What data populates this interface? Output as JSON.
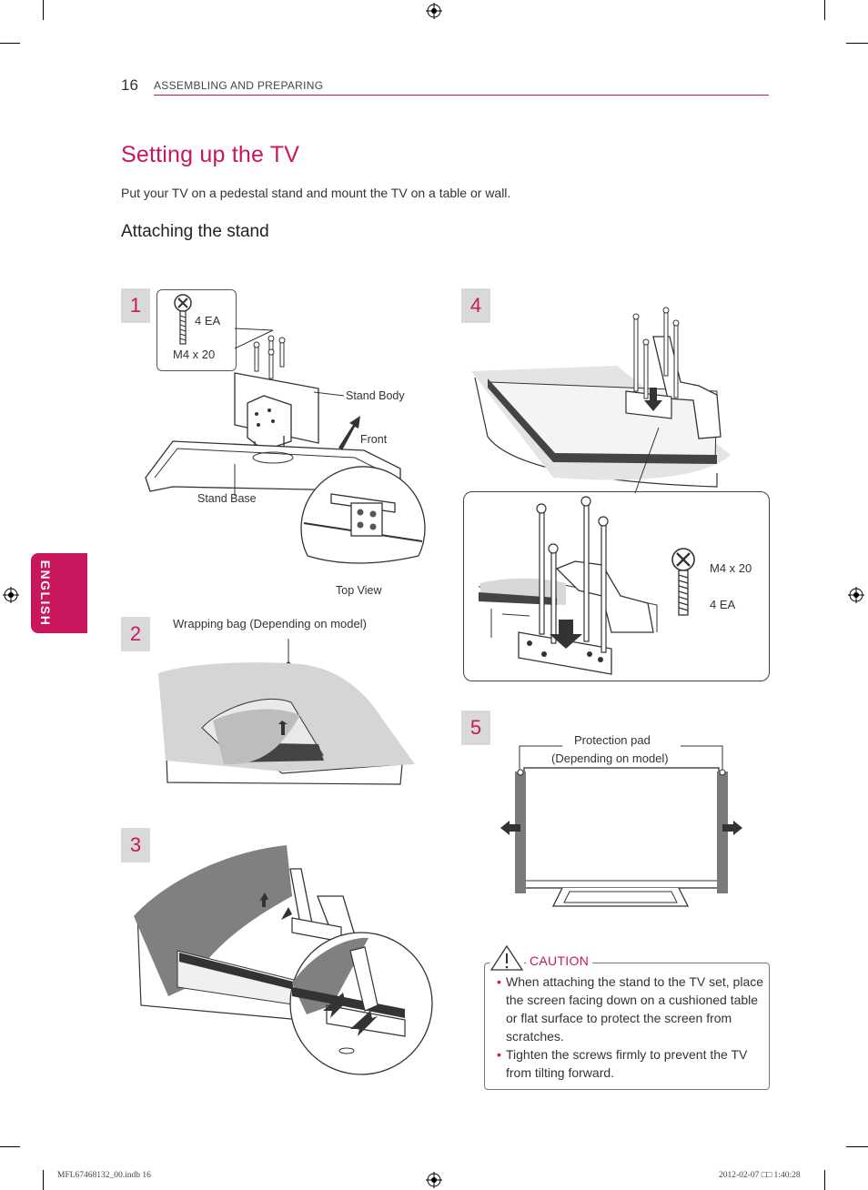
{
  "header": {
    "page_number": "16",
    "section": "ASSEMBLING AND PREPARING"
  },
  "title": "Setting up the TV",
  "intro": "Put your TV on a pedestal stand and mount the TV on a table or wall.",
  "subheading": "Attaching the stand",
  "side_tab": "ENGLISH",
  "steps": {
    "s1": {
      "number": "1",
      "screw_qty": "4 EA",
      "screw_size": "M4 x 20",
      "stand_body": "Stand Body",
      "front": "Front",
      "stand_base": "Stand Base",
      "top_view": "Top View"
    },
    "s2": {
      "number": "2",
      "wrap_label": "Wrapping bag (Depending on model)"
    },
    "s3": {
      "number": "3"
    },
    "s4": {
      "number": "4",
      "screw_size": "M4 x 20",
      "screw_qty": "4 EA"
    },
    "s5": {
      "number": "5",
      "pad_line1": "Protection pad",
      "pad_line2": "(Depending on model)"
    }
  },
  "caution": {
    "title": "CAUTION",
    "items": [
      "When attaching the stand to the TV set, place the screen facing down on a cushioned table or flat surface to protect the screen from scratches.",
      "Tighten the screws firmly to prevent the TV from tilting forward."
    ]
  },
  "footer": {
    "left": "MFL67468132_00.indb   16",
    "right": "2012-02-07   □□ 1:40:28"
  },
  "colors": {
    "accent": "#c8175e",
    "badge": "#d9d9d9"
  }
}
